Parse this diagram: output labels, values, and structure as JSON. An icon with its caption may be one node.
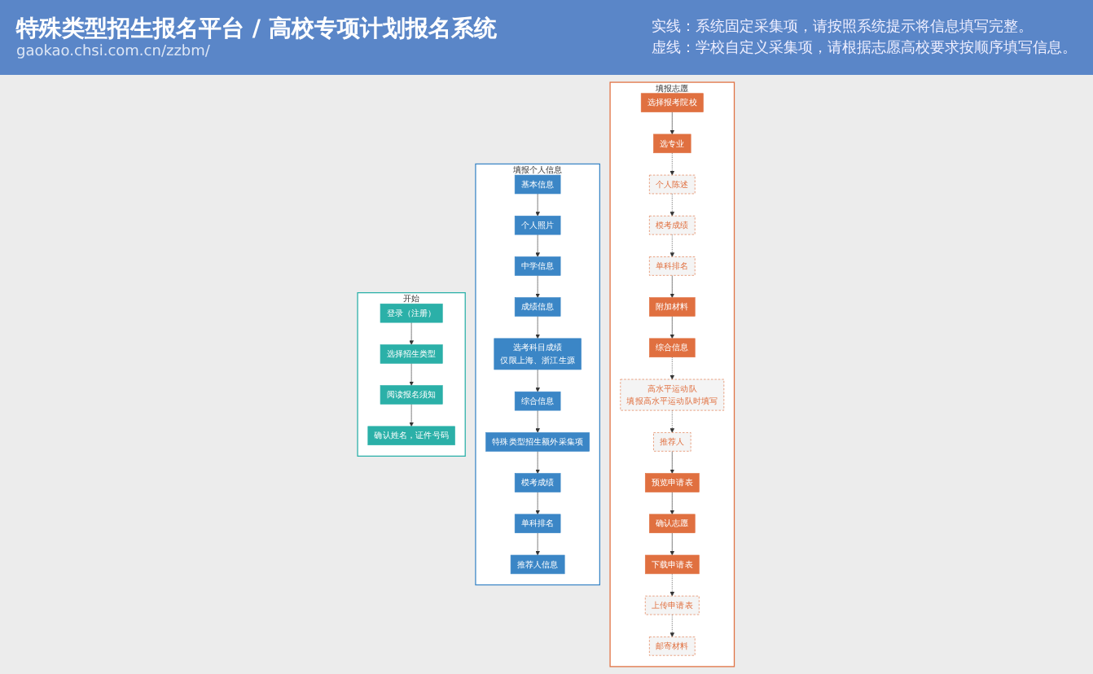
{
  "diagram": {
    "title": "特殊类型招生报名平台 / 高校专项计划报名系统",
    "nodes": [
      {
        "text": [
          "开始"
        ]
      },
      {
        "text": [
          "登录（注册）"
        ],
        "in": 0
      },
      {
        "text": [
          "选择招生类型"
        ],
        "in": 0
      },
      {
        "text": [
          "阅读报名须知"
        ],
        "in": 0
      },
      {
        "text": [
          "确认姓名，证件号码"
        ],
        "in": 0
      },
      {
        "text": [
          "填报个人信息"
        ]
      },
      {
        "text": [
          "基本信息"
        ],
        "in": 5
      },
      {
        "text": [
          "个人照片"
        ],
        "in": 5
      },
      {
        "text": [
          "中学信息"
        ],
        "in": 5
      },
      {
        "text": [
          "成绩信息"
        ],
        "in": 5
      },
      {
        "text": [
          "选考科目成绩",
          "仅限上海、浙江生源"
        ],
        "in": 5
      },
      {
        "text": [
          "综合信息"
        ],
        "in": 5
      },
      {
        "text": [
          "特殊类型招生额外采集项"
        ],
        "in": 5
      },
      {
        "text": [
          "模考成绩"
        ],
        "in": 5
      },
      {
        "text": [
          "单科排名"
        ],
        "in": 5
      },
      {
        "text": [
          "推荐人信息"
        ],
        "in": 5
      },
      {
        "text": [
          "填报志愿"
        ]
      },
      {
        "text": [
          "选择报考院校"
        ],
        "in": 16
      },
      {
        "text": [
          "选专业"
        ],
        "in": 16
      },
      {
        "text": [
          "个人陈述"
        ],
        "in": 16
      },
      {
        "text": [
          "模考成绩"
        ],
        "in": 16
      },
      {
        "text": [
          "单科排名"
        ],
        "in": 16
      },
      {
        "text": [
          "附加材料"
        ],
        "in": 16
      },
      {
        "text": [
          "综合信息"
        ],
        "in": 16
      },
      {
        "text": [
          "高水平运动队",
          "填报高水平运动队时填写"
        ],
        "in": 16
      },
      {
        "text": [
          "推荐人"
        ],
        "in": 16
      },
      {
        "text": [
          "预览申请表"
        ],
        "in": 16
      },
      {
        "text": [
          "确认志愿"
        ],
        "in": 16
      },
      {
        "text": [
          "下载申请表"
        ],
        "in": 16
      },
      {
        "text": [
          "上传申请表"
        ],
        "in": 16
      },
      {
        "text": [
          "邮寄材料"
        ],
        "in": 16
      }
    ],
    "edges": [
      {
        "from": 1,
        "to": 2,
        "arrow": "to"
      },
      {
        "from": 2,
        "to": 3,
        "arrow": "to"
      },
      {
        "from": 3,
        "to": 4,
        "arrow": "to"
      },
      {
        "from": 6,
        "to": 7,
        "arrow": "to"
      },
      {
        "from": 7,
        "to": 8,
        "arrow": "to"
      },
      {
        "from": 8,
        "to": 9,
        "arrow": "to"
      },
      {
        "from": 9,
        "to": 10,
        "arrow": "to"
      },
      {
        "from": 10,
        "to": 11,
        "arrow": "to"
      },
      {
        "from": 11,
        "to": 12,
        "arrow": "to"
      },
      {
        "from": 12,
        "to": 13,
        "arrow": "to"
      },
      {
        "from": 13,
        "to": 14,
        "arrow": "to"
      },
      {
        "from": 14,
        "to": 15,
        "arrow": "to"
      },
      {
        "from": 17,
        "to": 18,
        "arrow": "to"
      },
      {
        "from": 18,
        "to": 19,
        "arrow": "to",
        "style": "dashed"
      },
      {
        "from": 19,
        "to": 20,
        "arrow": "to",
        "style": "dashed"
      },
      {
        "from": 20,
        "to": 21,
        "arrow": "to",
        "style": "dashed"
      },
      {
        "from": 21,
        "to": 22,
        "arrow": "to"
      },
      {
        "from": 22,
        "to": 23,
        "arrow": "to"
      },
      {
        "from": 23,
        "to": 24,
        "arrow": "to",
        "style": "dashed"
      },
      {
        "from": 24,
        "to": 25,
        "arrow": "to",
        "style": "dashed"
      },
      {
        "from": 25,
        "to": 26,
        "arrow": "to"
      },
      {
        "from": 26,
        "to": 27,
        "arrow": "to"
      },
      {
        "from": 27,
        "to": 28,
        "arrow": "to"
      },
      {
        "from": 28,
        "to": 29,
        "arrow": "to",
        "style": "dashed"
      },
      {
        "from": 29,
        "to": 30,
        "arrow": "to",
        "style": "dashed"
      }
    ],
    "labels": [
      "gaokao.chsi.com.cn/zzbm/",
      "实线：系统固定采集项，请按照系统提示将信息填写完整。",
      "虚线：学校自定义采集项，请根据志愿高校要求按顺序填写信息。"
    ]
  }
}
